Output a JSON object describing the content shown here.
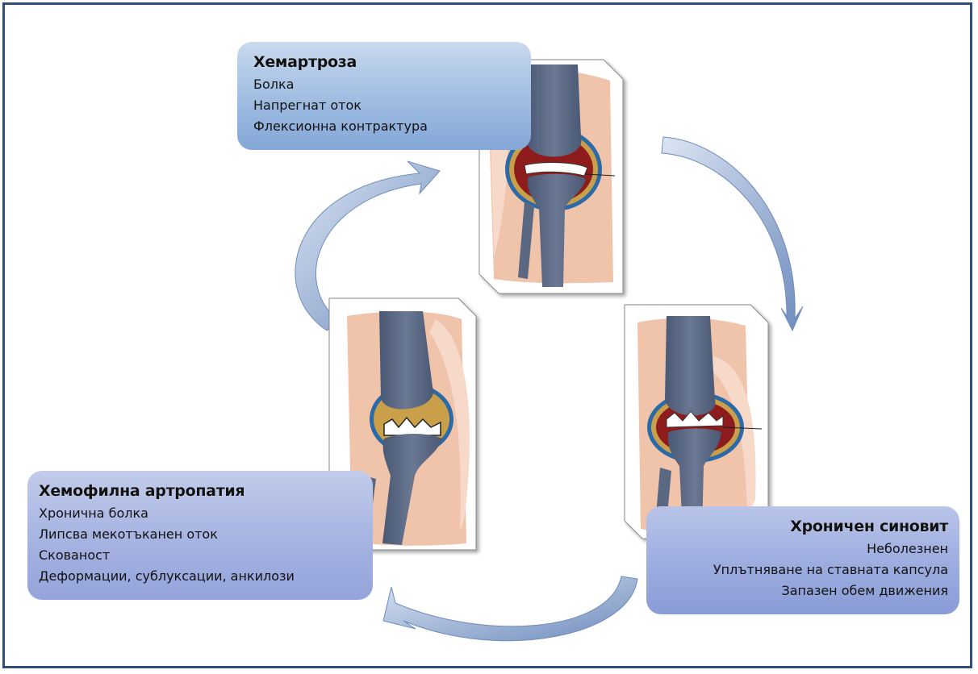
{
  "diagram": {
    "stages": {
      "hemarthrosis": {
        "title": "Хемартроза",
        "lines": [
          "Болка",
          "Напрегнат оток",
          "Флексионна контрактура"
        ]
      },
      "synovitis": {
        "title": "Хроничен синовит",
        "lines": [
          "Неболезнен",
          "Уплътняване на ставната капсула",
          "Запазен обем движения"
        ]
      },
      "arthropathy": {
        "title": "Хемофилна артропатия",
        "lines": [
          "Хронична болка",
          "Липсва мекотъканен оток",
          "Скованост",
          "Деформации, сублуксации, анкилози"
        ]
      }
    }
  },
  "colors": {
    "frame": "#2f4f7a",
    "card_blue": "#9fbce2",
    "card_violet": "#9eaee0",
    "arrow": "#7e98c4",
    "bone": "#57657f",
    "skin": "#f2c4ab",
    "blood": "#8e1c1c",
    "capsule": "#2a6aa8"
  }
}
